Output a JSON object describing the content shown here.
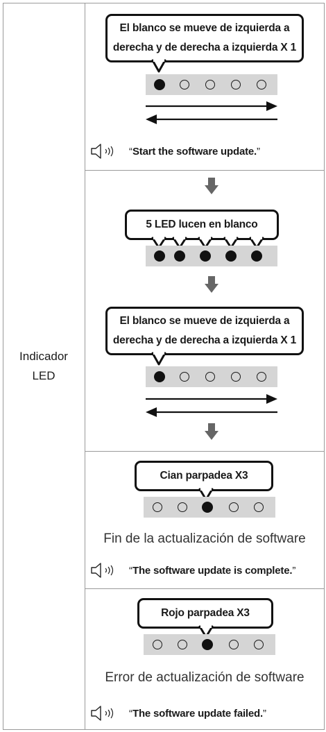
{
  "row_label": {
    "line1": "Indicador",
    "line2": "LED"
  },
  "section_start": {
    "bubble_line1": "El blanco se mueve de izquierda a",
    "bubble_line2": "derecha y de derecha a izquierda X 1",
    "leds": [
      "on",
      "off",
      "off",
      "off",
      "off"
    ],
    "voice_prompt": "Start the software update.",
    "voice_icon": "speaker-icon"
  },
  "section_progress": {
    "bubble_all": "5 LED lucen en blanco",
    "leds_all": [
      "on",
      "on",
      "on",
      "on",
      "on"
    ],
    "bubble_line1": "El blanco se mueve de izquierda a",
    "bubble_line2": "derecha y de derecha a izquierda X 1",
    "leds_move": [
      "on",
      "off",
      "off",
      "off",
      "off"
    ]
  },
  "section_complete": {
    "bubble": "Cian parpadea X3",
    "leds": [
      "off",
      "off",
      "on",
      "off",
      "off"
    ],
    "caption": "Fin de la actualización de software",
    "voice_prompt": "The software update is complete.",
    "voice_icon": "speaker-icon"
  },
  "section_failed": {
    "bubble": "Rojo parpadea X3",
    "leds": [
      "off",
      "off",
      "on",
      "off",
      "off"
    ],
    "caption": "Error de actualización de software",
    "voice_prompt": "The software update failed.",
    "voice_icon": "speaker-icon"
  },
  "colors": {
    "border": "#9a9a9a",
    "led_strip": "#d5d5d5",
    "arrow": "#666666",
    "ink": "#111111"
  }
}
